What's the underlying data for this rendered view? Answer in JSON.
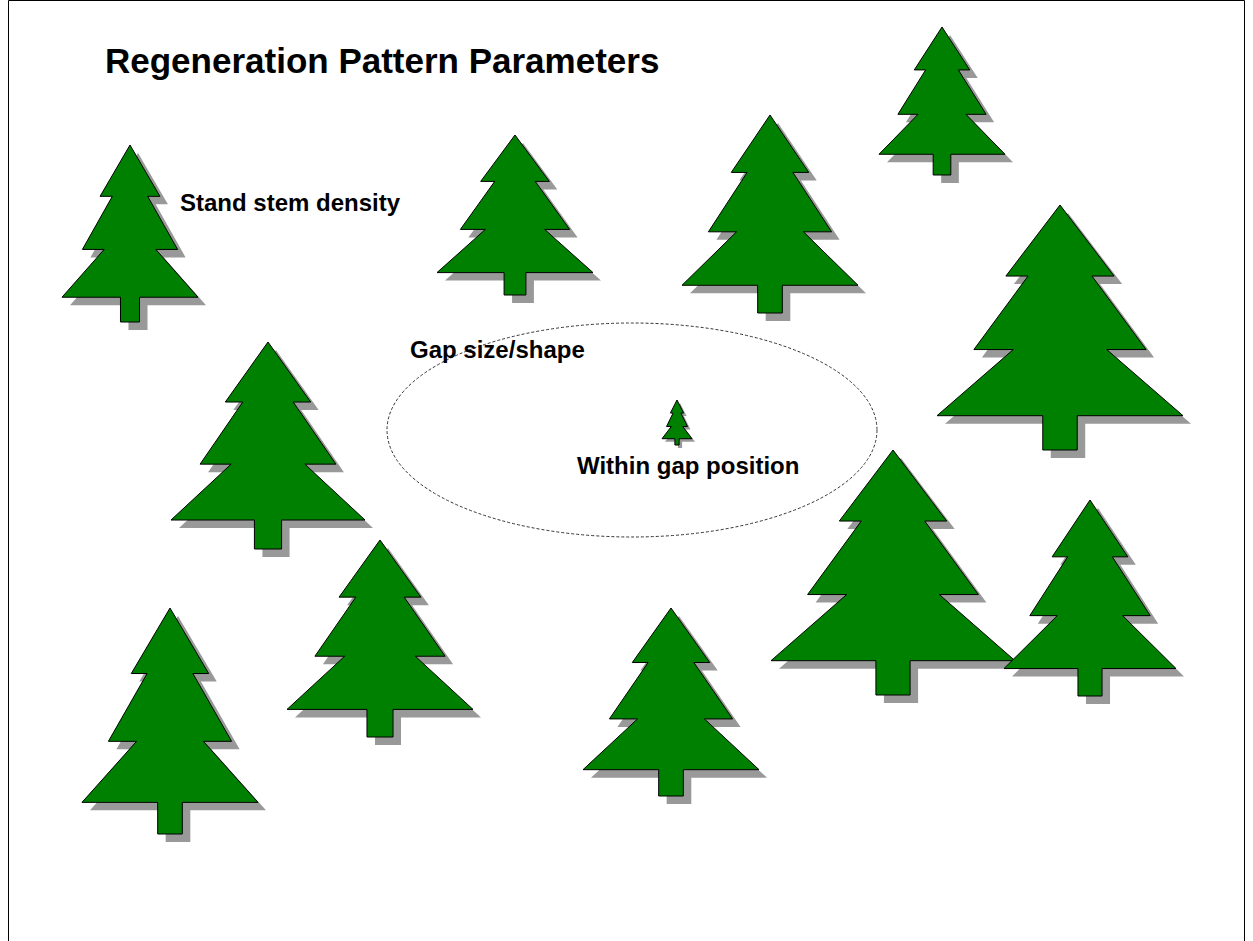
{
  "diagram": {
    "title": "Regeneration Pattern Parameters",
    "nodes": [
      {
        "text": [
          "Gap size/shape",
          "Within gap position"
        ]
      }
    ],
    "labels": [
      "Stand stem density"
    ]
  }
}
